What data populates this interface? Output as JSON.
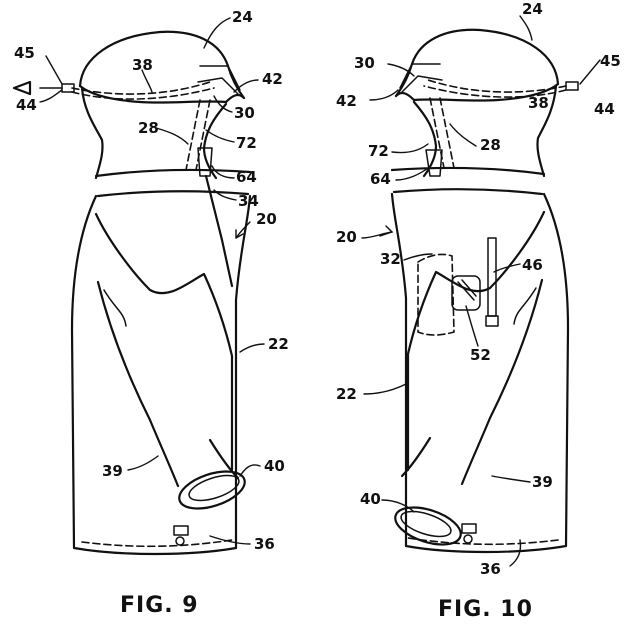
{
  "figures": [
    {
      "caption": "FIG. 9",
      "refs": {
        "r24": "24",
        "r45": "45",
        "r38": "38",
        "r42": "42",
        "r44": "44",
        "r30": "30",
        "r28": "28",
        "r72": "72",
        "r64": "64",
        "r34": "34",
        "r20": "20",
        "r22": "22",
        "r39": "39",
        "r40": "40",
        "r36": "36"
      }
    },
    {
      "caption": "FIG. 10",
      "refs": {
        "r24": "24",
        "r30": "30",
        "r45": "45",
        "r42": "42",
        "r38": "38",
        "r44": "44",
        "r72": "72",
        "r28": "28",
        "r64": "64",
        "r20": "20",
        "r32": "32",
        "r46": "46",
        "r52": "52",
        "r22": "22",
        "r40": "40",
        "r39": "39",
        "r36": "36"
      }
    }
  ]
}
